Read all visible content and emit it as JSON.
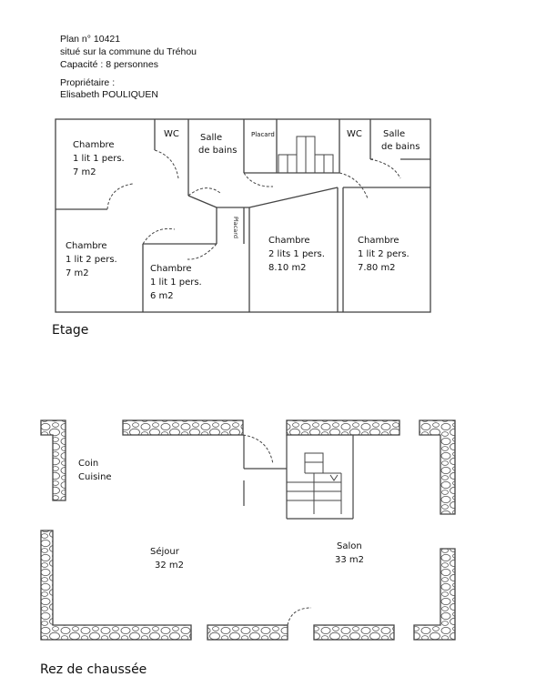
{
  "header": {
    "plan_number": "Plan n° 10421",
    "location": "situé sur la commune du Tréhou",
    "capacity": "Capacité : 8 personnes",
    "owner_label": "Propriétaire :",
    "owner_name": "Elisabeth POULIQUEN"
  },
  "upper_floor": {
    "label": "Etage",
    "rooms": {
      "bedroom_1": [
        "Chambre",
        "1 lit 1 pers.",
        "7 m2"
      ],
      "wc_1": [
        "WC"
      ],
      "bathroom_1": [
        "Salle",
        "de bains"
      ],
      "closet_1": [
        "Placard"
      ],
      "wc_2": [
        "WC"
      ],
      "bathroom_2": [
        "Salle",
        "de bains"
      ],
      "bedroom_2": [
        "Chambre",
        "1 lit 2 pers.",
        "7 m2"
      ],
      "closet_2": [
        "Placard"
      ],
      "bedroom_3": [
        "Chambre",
        "1 lit 1 pers.",
        "6 m2"
      ],
      "bedroom_4": [
        "Chambre",
        "2 lits 1 pers.",
        "8.10 m2"
      ],
      "bedroom_5": [
        "Chambre",
        "1 lit 2 pers.",
        "7.80 m2"
      ]
    }
  },
  "ground_floor": {
    "label": "Rez de chaussée",
    "rooms": {
      "kitchen": [
        "Coin",
        "Cuisine"
      ],
      "living": [
        "Séjour",
        "32 m2"
      ],
      "lounge": [
        "Salon",
        "33 m2"
      ]
    }
  }
}
